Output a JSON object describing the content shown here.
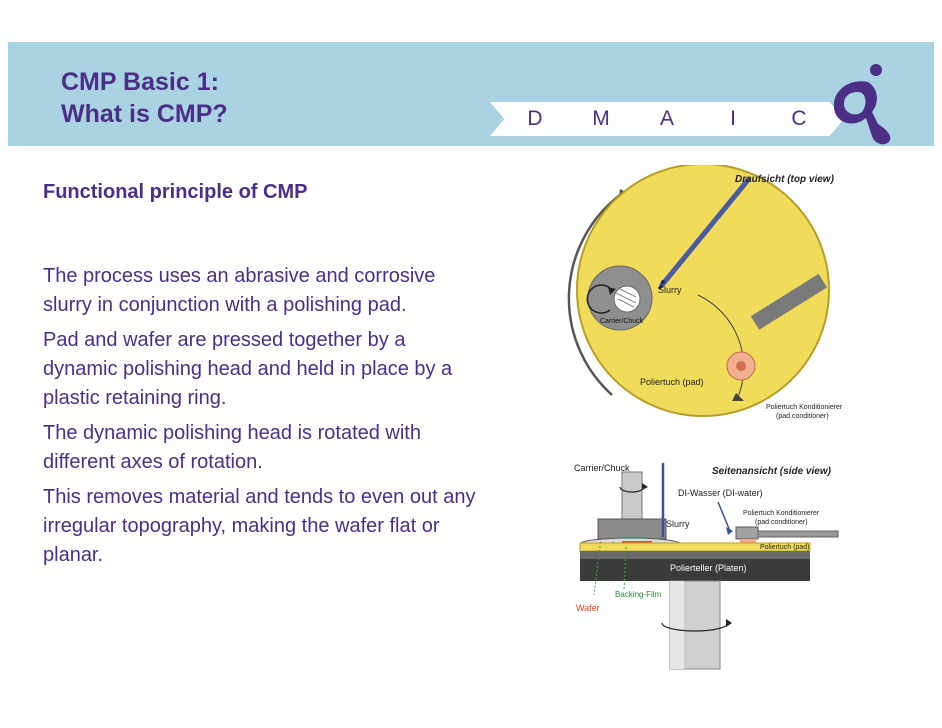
{
  "slide": {
    "title_line1": "CMP Basic 1:",
    "title_line2": "What is CMP?",
    "dmaic": [
      "D",
      "M",
      "A",
      "I",
      "C"
    ],
    "heading": "Functional principle of CMP",
    "paragraphs": [
      "The process uses an abrasive and corrosive slurry in conjunction with a polishing pad.",
      "Pad and wafer are pressed together by a dynamic polishing head and held in place by a plastic retaining ring.",
      "The dynamic polishing head is rotated with different axes of rotation.",
      "This removes material and tends to even out any irregular topography, making the wafer flat or planar."
    ]
  },
  "colors": {
    "brand_purple": "#4b2f86",
    "banner_blue": "#a9d3e3",
    "pad_yellow": "#f0dc5a"
  },
  "top_view": {
    "caption": "Draufsicht (top view)",
    "slurry": "Slurry",
    "carrier": "Carrier/Chuck",
    "pad": "Poliertuch (pad)",
    "conditioner_line1": "Poliertuch Konditionierer",
    "conditioner_line2": "(pad conditioner)"
  },
  "side_view": {
    "caption": "Seitenansicht (side view)",
    "carrier": "Carrier/Chuck",
    "di_water": "DI-Wasser (DI-water)",
    "conditioner_line1": "Poliertuch Konditionierer",
    "conditioner_line2": "(pad conditioner)",
    "slurry": "Slurry",
    "pad": "Poliertuch (pad)",
    "platen": "Polierteller (Platen)",
    "backing_film": "Backing-Film",
    "wafer": "Wafer"
  }
}
